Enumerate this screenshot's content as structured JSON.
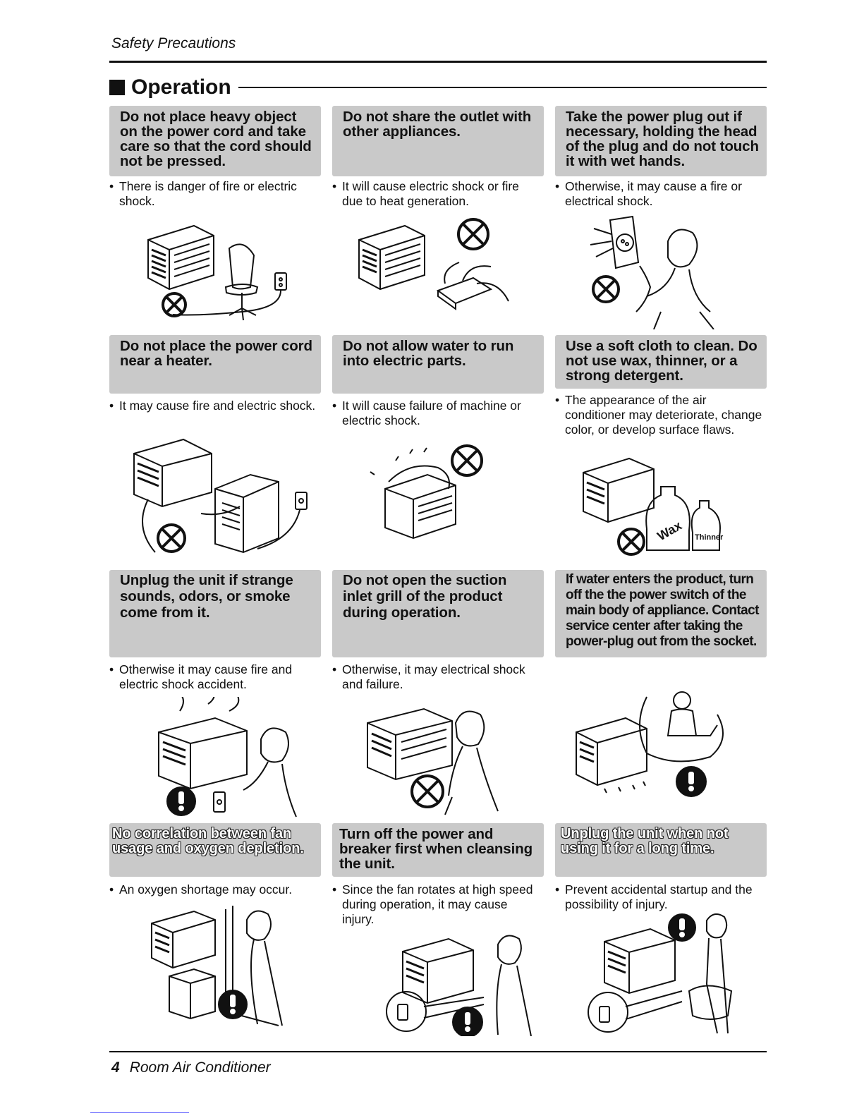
{
  "header": {
    "label": "Safety Precautions"
  },
  "section": {
    "title": "Operation"
  },
  "cards": [
    {
      "title": "Do not place heavy object on the power cord and take care so that the cord should not be pressed.",
      "note": "There is danger of fire or electric shock.",
      "symbol": "prohibition-icon"
    },
    {
      "title": "Do not share the outlet with other appliances.",
      "note": "It will cause electric shock or fire due to heat generation.",
      "symbol": "prohibition-icon"
    },
    {
      "title": "Take the power plug out if necessary, holding the head of the plug and do not touch it with wet hands.",
      "note": "Otherwise, it may cause a fire or electrical shock.",
      "symbol": "prohibition-icon"
    },
    {
      "title": "Do not place the power cord near a heater.",
      "note": "It may cause fire and electric shock.",
      "symbol": "prohibition-icon"
    },
    {
      "title": "Do not allow water to run into electric parts.",
      "note": "It will cause failure of machine or electric shock.",
      "symbol": "prohibition-icon"
    },
    {
      "title": "Use a soft cloth to clean. Do not use wax, thinner, or a strong detergent.",
      "note": "The appearance of the air conditioner may deteriorate, change color, or develop surface flaws.",
      "symbol": "prohibition-icon",
      "bottle_labels": [
        "Wax",
        "Thinner"
      ]
    },
    {
      "title": "Unplug the unit if strange sounds, odors, or smoke come from it.",
      "note": "Otherwise it may cause fire and electric shock accident.",
      "symbol": "mandatory-icon"
    },
    {
      "title": "Do not open the suction inlet grill of the product during operation.",
      "note": "Otherwise, it may electrical shock and failure.",
      "symbol": "prohibition-icon"
    },
    {
      "title": "If water enters the product, turn off the the power switch of the main body of appliance. Contact service center after taking the power-plug out from the socket.",
      "note": "",
      "symbol": "mandatory-icon"
    },
    {
      "title": "No correlation between fan usage and oxygen depletion.",
      "note": "An oxygen shortage may occur.",
      "symbol": "mandatory-icon"
    },
    {
      "title": "Turn off the power and breaker first  when cleansing the unit.",
      "note": "Since the fan rotates at high speed during operation, it may cause injury.",
      "symbol": "mandatory-icon"
    },
    {
      "title": "Unplug the unit when not using it for a long time.",
      "note": "Prevent accidental startup and the possibility of injury.",
      "symbol": "mandatory-icon"
    }
  ],
  "footer": {
    "page_number": "4",
    "label": "Room Air Conditioner"
  }
}
